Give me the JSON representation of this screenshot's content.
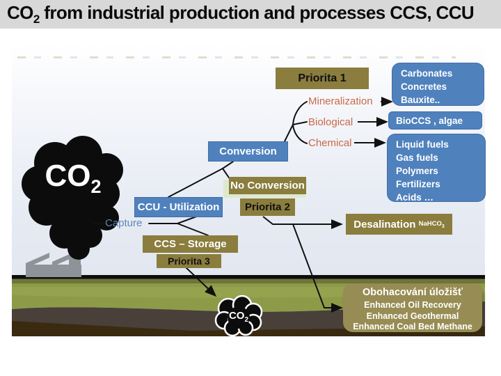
{
  "slide": {
    "title": {
      "prefix": "CO",
      "sub": "2",
      "rest": "  from industrial production and processes CCS, CCU"
    }
  },
  "diagram": {
    "source_cloud": {
      "prefix": "CO",
      "sub": "2"
    },
    "stored_cloud": {
      "prefix": "CO",
      "sub": "2"
    },
    "capture_label": "Capture",
    "nodes": {
      "ccu": "CCU - Utilization",
      "ccs": "CCS – Storage",
      "conversion": "Conversion",
      "no_conversion": "No Conversion",
      "priorita1": "Priorita 1",
      "priorita2": "Priorita 2",
      "priorita3": "Priorita  3"
    },
    "pathways": {
      "mineralization": "Mineralization",
      "biological": "Biological",
      "chemical": "Chemical"
    },
    "outputs": {
      "mineralization_products": [
        "Carbonates",
        "Concretes",
        "Bauxite.."
      ],
      "biological_products": "BioCCS , algae",
      "chemical_products": [
        "Liquid fuels",
        "Gas fuels",
        "Polymers",
        "Fertilizers",
        "Acids …"
      ],
      "desalination": {
        "label": "Desalination",
        "chem_prefix": "NaHCO",
        "chem_sub": "3"
      },
      "storage": {
        "title": "Obohacování úložišť",
        "items": [
          "Enhanced Oil Recovery",
          "Enhanced Geothermal",
          "Enhanced Coal Bed Methane"
        ]
      }
    },
    "colors": {
      "accent_blue": "#4f81bd",
      "accent_olive": "#8a7d3d",
      "storage_olive": "#978c53",
      "pathway_orange": "#c96a4a",
      "capture_blue": "#5d87b8"
    }
  }
}
